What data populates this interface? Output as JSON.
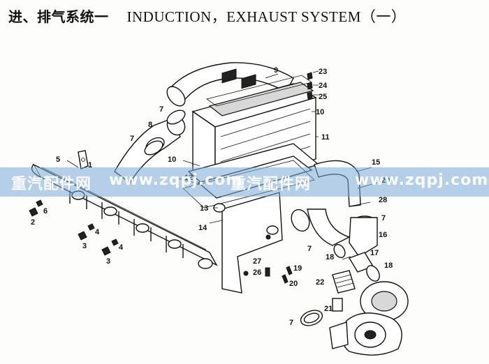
{
  "title": {
    "zh": "进、排气系统一",
    "en": "INDUCTION，EXHAUST SYSTEM（一）"
  },
  "callouts": [
    {
      "id": "c1",
      "text": "1"
    },
    {
      "id": "c2",
      "text": "2"
    },
    {
      "id": "c3a",
      "text": "3"
    },
    {
      "id": "c3b",
      "text": "3"
    },
    {
      "id": "c4a",
      "text": "4"
    },
    {
      "id": "c4b",
      "text": "4"
    },
    {
      "id": "c5",
      "text": "5"
    },
    {
      "id": "c6",
      "text": "6"
    },
    {
      "id": "c7a",
      "text": "7"
    },
    {
      "id": "c7b",
      "text": "7"
    },
    {
      "id": "c7c",
      "text": "7"
    },
    {
      "id": "c7d",
      "text": "7"
    },
    {
      "id": "c7e",
      "text": "7"
    },
    {
      "id": "c8",
      "text": "8"
    },
    {
      "id": "c9",
      "text": "9"
    },
    {
      "id": "c10a",
      "text": "10"
    },
    {
      "id": "c10b",
      "text": "10"
    },
    {
      "id": "c11",
      "text": "11"
    },
    {
      "id": "c12",
      "text": "12"
    },
    {
      "id": "c13",
      "text": "13"
    },
    {
      "id": "c14",
      "text": "14"
    },
    {
      "id": "c15",
      "text": "15"
    },
    {
      "id": "c16",
      "text": "16"
    },
    {
      "id": "c17",
      "text": "17"
    },
    {
      "id": "c18a",
      "text": "18"
    },
    {
      "id": "c18b",
      "text": "18"
    },
    {
      "id": "c19",
      "text": "19"
    },
    {
      "id": "c20",
      "text": "20"
    },
    {
      "id": "c21",
      "text": "21"
    },
    {
      "id": "c22",
      "text": "22"
    },
    {
      "id": "c23",
      "text": "23"
    },
    {
      "id": "c24",
      "text": "24"
    },
    {
      "id": "c25",
      "text": "25"
    },
    {
      "id": "c26",
      "text": "26"
    },
    {
      "id": "c27",
      "text": "27"
    },
    {
      "id": "c28",
      "text": "28"
    },
    {
      "id": "c29",
      "text": "29"
    }
  ],
  "watermark": {
    "texts": [
      "重汽配件网",
      "www.zqpj.com",
      "重汽配件网",
      "www.zqpj.com"
    ]
  },
  "colors": {
    "ink": "#111111",
    "paper": "#fdfdfb",
    "watermark_band": "#78aad7"
  }
}
